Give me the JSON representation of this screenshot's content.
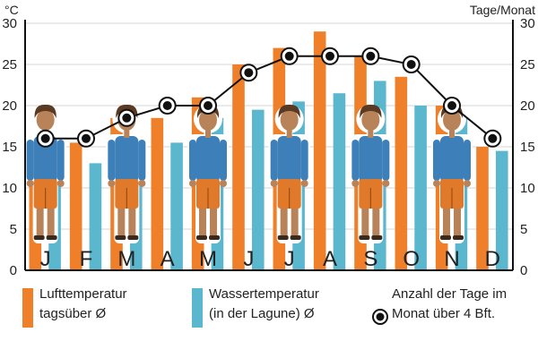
{
  "chart_data": {
    "type": "bar",
    "left_axis_unit": "°C",
    "right_axis_unit": "Tage/Monat",
    "categories": [
      "J",
      "F",
      "M",
      "A",
      "M",
      "J",
      "J",
      "A",
      "S",
      "O",
      "N",
      "D"
    ],
    "ylim": [
      0,
      30
    ],
    "yticks": [
      0,
      5,
      10,
      15,
      20,
      25,
      30
    ],
    "grid": true,
    "series": [
      {
        "name": "Lufttemperatur tagsüber Ø",
        "type": "bar",
        "color": "#f07f2a",
        "values": [
          15,
          15.5,
          18.5,
          18.5,
          21,
          25,
          27,
          29,
          26,
          23.5,
          20,
          15
        ]
      },
      {
        "name": "Wassertemperatur (in der Lagune) Ø",
        "type": "bar",
        "color": "#5ab7cd",
        "values": [
          13.5,
          13,
          13.5,
          15.5,
          18.5,
          19.5,
          20.5,
          21.5,
          23,
          20,
          18.5,
          14.5
        ]
      },
      {
        "name": "Anzahl der Tage im Monat über 4 Bft.",
        "type": "line",
        "color": "#111111",
        "values": [
          16,
          16,
          18.5,
          20,
          20,
          24,
          26,
          26,
          26,
          25,
          20,
          16
        ]
      }
    ],
    "legend": {
      "air": {
        "line1": "Lufttemperatur",
        "line2": "tagsüber Ø",
        "color": "#f07f2a"
      },
      "water": {
        "line1": "Wassertemperatur",
        "line2": "(in der Lagune) Ø",
        "color": "#5ab7cd"
      },
      "wind": {
        "line1": "Anzahl der Tage im",
        "line2": "Monat über 4 Bft."
      }
    },
    "decoration": {
      "figure_icon": "person-icon",
      "figure_months": [
        0,
        2,
        4,
        6,
        8,
        10
      ],
      "skin": "#b9835a",
      "hair": "#5a3a22",
      "shirt": "#3d7fb8",
      "shorts": "#e07a2a"
    }
  }
}
